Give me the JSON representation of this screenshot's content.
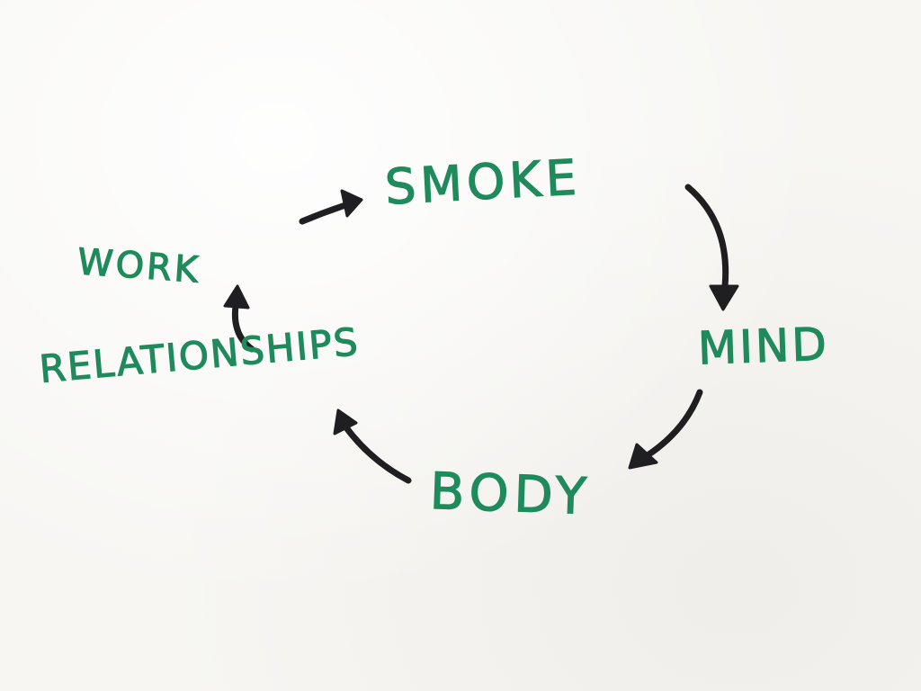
{
  "diagram": {
    "nodes": {
      "smoke": "SMOKE",
      "mind": "MIND",
      "body": "BODY",
      "relationships": "RELATIONSHIPS",
      "work": "WORK"
    },
    "edges": [
      {
        "from": "smoke",
        "to": "mind"
      },
      {
        "from": "mind",
        "to": "body"
      },
      {
        "from": "body",
        "to": "relationships"
      },
      {
        "from": "relationships",
        "to": "work"
      },
      {
        "from": "work",
        "to": "smoke"
      }
    ],
    "colors": {
      "text": "#1f8a5c",
      "arrows": "#1f1f22",
      "paper": "#f7f6f3"
    }
  }
}
